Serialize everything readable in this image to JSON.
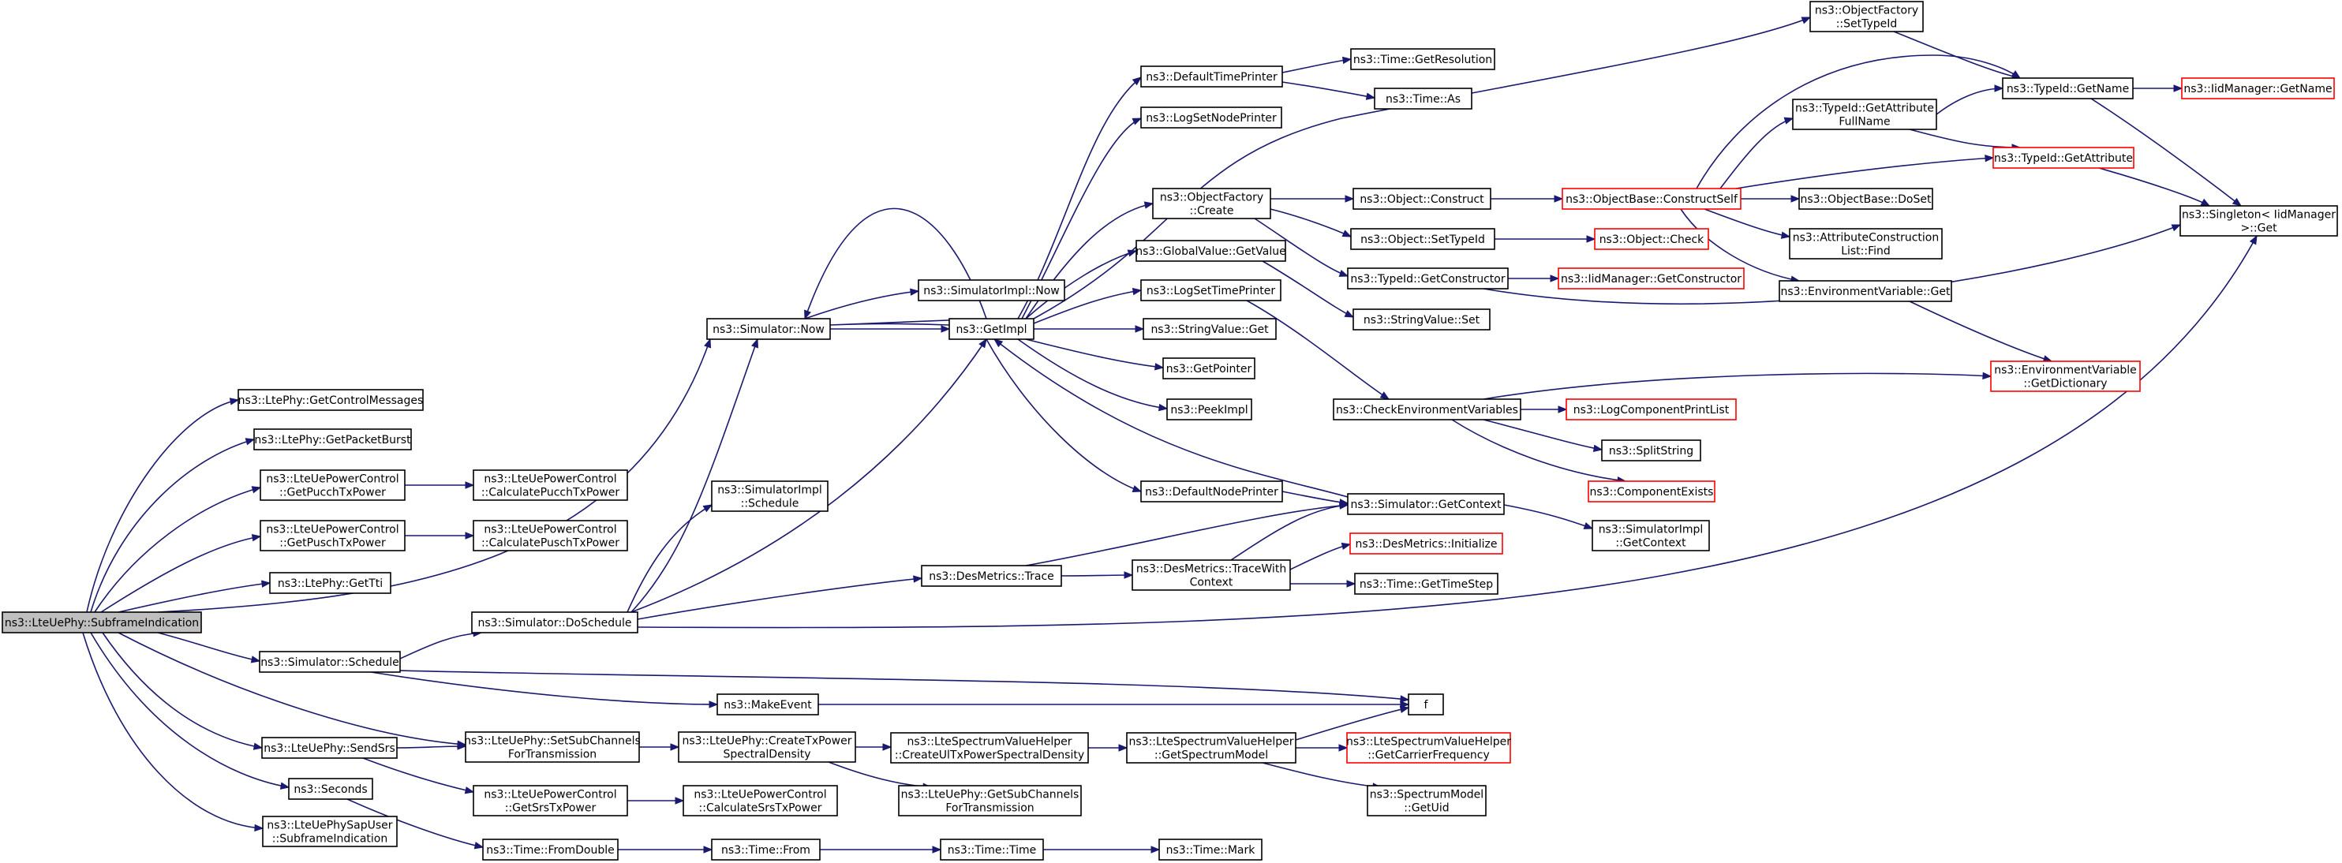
{
  "colors": {
    "edge": "#191970",
    "node_border": "#000000",
    "truncated_border": "#ff0000",
    "root_fill": "#bfbfbf",
    "background": "#ffffff"
  },
  "nodes": [
    {
      "id": "root",
      "lines": [
        "ns3::LteUePhy::SubframeIndication"
      ],
      "style": "root"
    },
    {
      "id": "getctrl",
      "lines": [
        "ns3::LtePhy::GetControlMessages"
      ]
    },
    {
      "id": "getpkt",
      "lines": [
        "ns3::LtePhy::GetPacketBurst"
      ]
    },
    {
      "id": "pucch",
      "lines": [
        "ns3::LteUePowerControl",
        "::GetPucchTxPower"
      ]
    },
    {
      "id": "calcpucch",
      "lines": [
        "ns3::LteUePowerControl",
        "::CalculatePucchTxPower"
      ]
    },
    {
      "id": "pusch",
      "lines": [
        "ns3::LteUePowerControl",
        "::GetPuschTxPower"
      ]
    },
    {
      "id": "calcpusch",
      "lines": [
        "ns3::LteUePowerControl",
        "::CalculatePuschTxPower"
      ]
    },
    {
      "id": "gettti",
      "lines": [
        "ns3::LtePhy::GetTti"
      ]
    },
    {
      "id": "schedule",
      "lines": [
        "ns3::Simulator::Schedule"
      ]
    },
    {
      "id": "sendsrs",
      "lines": [
        "ns3::LteUePhy::SendSrs"
      ]
    },
    {
      "id": "seconds",
      "lines": [
        "ns3::Seconds"
      ]
    },
    {
      "id": "sapuser",
      "lines": [
        "ns3::LteUePhySapUser",
        "::SubframeIndication"
      ]
    },
    {
      "id": "simnow",
      "lines": [
        "ns3::Simulator::Now"
      ]
    },
    {
      "id": "implnow",
      "lines": [
        "ns3::SimulatorImpl::Now"
      ]
    },
    {
      "id": "getimpl",
      "lines": [
        "ns3::GetImpl"
      ]
    },
    {
      "id": "implsched",
      "lines": [
        "ns3::SimulatorImpl",
        "::Schedule"
      ]
    },
    {
      "id": "dosched",
      "lines": [
        "ns3::Simulator::DoSchedule"
      ]
    },
    {
      "id": "dmtrace",
      "lines": [
        "ns3::DesMetrics::Trace"
      ]
    },
    {
      "id": "makeevent",
      "lines": [
        "ns3::MakeEvent"
      ]
    },
    {
      "id": "setsub",
      "lines": [
        "ns3::LteUePhy::SetSubChannels",
        "ForTransmission"
      ]
    },
    {
      "id": "srstx",
      "lines": [
        "ns3::LteUePowerControl",
        "::GetSrsTxPower"
      ]
    },
    {
      "id": "fromdouble",
      "lines": [
        "ns3::Time::FromDouble"
      ]
    },
    {
      "id": "createtx",
      "lines": [
        "ns3::LteUePhy::CreateTxPower",
        "SpectralDensity"
      ]
    },
    {
      "id": "calcsrs",
      "lines": [
        "ns3::LteUePowerControl",
        "::CalculateSrsTxPower"
      ]
    },
    {
      "id": "timefrom",
      "lines": [
        "ns3::Time::From"
      ]
    },
    {
      "id": "deftime",
      "lines": [
        "ns3::DefaultTimePrinter"
      ]
    },
    {
      "id": "logsetnode",
      "lines": [
        "ns3::LogSetNodePrinter"
      ]
    },
    {
      "id": "objfactcreate",
      "lines": [
        "ns3::ObjectFactory",
        "::Create"
      ]
    },
    {
      "id": "globalget",
      "lines": [
        "ns3::GlobalValue::GetValue"
      ]
    },
    {
      "id": "logsettime",
      "lines": [
        "ns3::LogSetTimePrinter"
      ]
    },
    {
      "id": "stringget",
      "lines": [
        "ns3::StringValue::Get"
      ]
    },
    {
      "id": "getpointer",
      "lines": [
        "ns3::GetPointer"
      ]
    },
    {
      "id": "peekimpl",
      "lines": [
        "ns3::PeekImpl"
      ]
    },
    {
      "id": "defnode",
      "lines": [
        "ns3::DefaultNodePrinter"
      ]
    },
    {
      "id": "tracewith",
      "lines": [
        "ns3::DesMetrics::TraceWith",
        "Context"
      ]
    },
    {
      "id": "createul",
      "lines": [
        "ns3::LteSpectrumValueHelper",
        "::CreateUlTxPowerSpectralDensity"
      ]
    },
    {
      "id": "getsubtx",
      "lines": [
        "ns3::LteUePhy::GetSubChannels",
        "ForTransmission"
      ]
    },
    {
      "id": "timetime",
      "lines": [
        "ns3::Time::Time"
      ]
    },
    {
      "id": "getres",
      "lines": [
        "ns3::Time::GetResolution"
      ]
    },
    {
      "id": "timeas",
      "lines": [
        "ns3::Time::As"
      ]
    },
    {
      "id": "objconstruct",
      "lines": [
        "ns3::Object::Construct"
      ]
    },
    {
      "id": "objsettype",
      "lines": [
        "ns3::Object::SetTypeId"
      ]
    },
    {
      "id": "getctor",
      "lines": [
        "ns3::TypeId::GetConstructor"
      ]
    },
    {
      "id": "stringset",
      "lines": [
        "ns3::StringValue::Set"
      ]
    },
    {
      "id": "checkenv",
      "lines": [
        "ns3::CheckEnvironmentVariables"
      ]
    },
    {
      "id": "getcontext",
      "lines": [
        "ns3::Simulator::GetContext"
      ]
    },
    {
      "id": "dminit",
      "lines": [
        "ns3::DesMetrics::Initialize"
      ],
      "style": "red"
    },
    {
      "id": "gettimestep",
      "lines": [
        "ns3::Time::GetTimeStep"
      ]
    },
    {
      "id": "getspecmodel",
      "lines": [
        "ns3::LteSpectrumValueHelper",
        "::GetSpectrumModel"
      ]
    },
    {
      "id": "timemark",
      "lines": [
        "ns3::Time::Mark"
      ]
    },
    {
      "id": "f",
      "lines": [
        "f"
      ]
    },
    {
      "id": "carrierfreq",
      "lines": [
        "ns3::LteSpectrumValueHelper",
        "::GetCarrierFrequency"
      ],
      "style": "red"
    },
    {
      "id": "specuid",
      "lines": [
        "ns3::SpectrumModel",
        "::GetUid"
      ]
    },
    {
      "id": "objfactset",
      "lines": [
        "ns3::ObjectFactory",
        "::SetTypeId"
      ]
    },
    {
      "id": "constructself",
      "lines": [
        "ns3::ObjectBase::ConstructSelf"
      ],
      "style": "red"
    },
    {
      "id": "objcheck",
      "lines": [
        "ns3::Object::Check"
      ],
      "style": "red"
    },
    {
      "id": "iidgetctor",
      "lines": [
        "ns3::IidManager::GetConstructor"
      ],
      "style": "red"
    },
    {
      "id": "logcomplist",
      "lines": [
        "ns3::LogComponentPrintList"
      ],
      "style": "red"
    },
    {
      "id": "splitstring",
      "lines": [
        "ns3::SplitString"
      ]
    },
    {
      "id": "compexists",
      "lines": [
        "ns3::ComponentExists"
      ],
      "style": "red"
    },
    {
      "id": "implgetctx",
      "lines": [
        "ns3::SimulatorImpl",
        "::GetContext"
      ]
    },
    {
      "id": "typegetname",
      "lines": [
        "ns3::TypeId::GetName"
      ]
    },
    {
      "id": "attrfullname",
      "lines": [
        "ns3::TypeId::GetAttribute",
        "FullName"
      ]
    },
    {
      "id": "typegetattr",
      "lines": [
        "ns3::TypeId::GetAttribute"
      ],
      "style": "red"
    },
    {
      "id": "doset",
      "lines": [
        "ns3::ObjectBase::DoSet"
      ]
    },
    {
      "id": "attrfind",
      "lines": [
        "ns3::AttributeConstruction",
        "List::Find"
      ]
    },
    {
      "id": "envget",
      "lines": [
        "ns3::EnvironmentVariable::Get"
      ]
    },
    {
      "id": "envdict",
      "lines": [
        "ns3::EnvironmentVariable",
        "::GetDictionary"
      ],
      "style": "red"
    },
    {
      "id": "iidgetname",
      "lines": [
        "ns3::IidManager::GetName"
      ],
      "style": "red"
    },
    {
      "id": "singleton",
      "lines": [
        "ns3::Singleton< IidManager",
        ">::Get"
      ]
    }
  ],
  "edges": [
    [
      "root",
      "getctrl"
    ],
    [
      "root",
      "getpkt"
    ],
    [
      "root",
      "pucch"
    ],
    [
      "root",
      "pusch"
    ],
    [
      "root",
      "gettti"
    ],
    [
      "root",
      "simnow"
    ],
    [
      "root",
      "schedule"
    ],
    [
      "root",
      "sendsrs"
    ],
    [
      "root",
      "seconds"
    ],
    [
      "root",
      "sapuser"
    ],
    [
      "root",
      "setsub"
    ],
    [
      "pucch",
      "calcpucch"
    ],
    [
      "pusch",
      "calcpusch"
    ],
    [
      "schedule",
      "dosched"
    ],
    [
      "schedule",
      "makeevent"
    ],
    [
      "schedule",
      "f"
    ],
    [
      "sendsrs",
      "setsub"
    ],
    [
      "sendsrs",
      "srstx"
    ],
    [
      "seconds",
      "fromdouble"
    ],
    [
      "simnow",
      "implnow"
    ],
    [
      "simnow",
      "getimpl"
    ],
    [
      "dosched",
      "simnow"
    ],
    [
      "dosched",
      "getimpl"
    ],
    [
      "dosched",
      "implsched"
    ],
    [
      "dosched",
      "dmtrace"
    ],
    [
      "dosched",
      "singleton"
    ],
    [
      "dmtrace",
      "getcontext"
    ],
    [
      "dmtrace",
      "tracewith"
    ],
    [
      "makeevent",
      "f"
    ],
    [
      "setsub",
      "createtx"
    ],
    [
      "srstx",
      "calcsrs"
    ],
    [
      "fromdouble",
      "timefrom"
    ],
    [
      "timefrom",
      "timetime"
    ],
    [
      "timetime",
      "timemark"
    ],
    [
      "createtx",
      "createul"
    ],
    [
      "createtx",
      "getsubtx"
    ],
    [
      "createul",
      "getspecmodel"
    ],
    [
      "getspecmodel",
      "f"
    ],
    [
      "getspecmodel",
      "carrierfreq"
    ],
    [
      "getspecmodel",
      "specuid"
    ],
    [
      "tracewith",
      "getcontext"
    ],
    [
      "tracewith",
      "dminit"
    ],
    [
      "tracewith",
      "gettimestep"
    ],
    [
      "getimpl",
      "simnow"
    ],
    [
      "getimpl",
      "deftime"
    ],
    [
      "getimpl",
      "logsetnode"
    ],
    [
      "getimpl",
      "objfactcreate"
    ],
    [
      "getimpl",
      "globalget"
    ],
    [
      "getimpl",
      "logsettime"
    ],
    [
      "getimpl",
      "stringget"
    ],
    [
      "getimpl",
      "getpointer"
    ],
    [
      "getimpl",
      "peekimpl"
    ],
    [
      "getimpl",
      "defnode"
    ],
    [
      "getimpl",
      "objfactset"
    ],
    [
      "defnode",
      "getcontext"
    ],
    [
      "getcontext",
      "getimpl"
    ],
    [
      "getcontext",
      "implgetctx"
    ],
    [
      "deftime",
      "getres"
    ],
    [
      "deftime",
      "timeas"
    ],
    [
      "objfactcreate",
      "objconstruct"
    ],
    [
      "objfactcreate",
      "objsettype"
    ],
    [
      "objfactcreate",
      "getctor"
    ],
    [
      "globalget",
      "stringset"
    ],
    [
      "logsettime",
      "checkenv"
    ],
    [
      "objconstruct",
      "constructself"
    ],
    [
      "objsettype",
      "objcheck"
    ],
    [
      "getctor",
      "iidgetctor"
    ],
    [
      "getctor",
      "singleton"
    ],
    [
      "checkenv",
      "envdict"
    ],
    [
      "checkenv",
      "logcomplist"
    ],
    [
      "checkenv",
      "splitstring"
    ],
    [
      "checkenv",
      "compexists"
    ],
    [
      "objfactset",
      "typegetname"
    ],
    [
      "constructself",
      "typegetname"
    ],
    [
      "constructself",
      "attrfullname"
    ],
    [
      "constructself",
      "typegetattr"
    ],
    [
      "constructself",
      "doset"
    ],
    [
      "constructself",
      "attrfind"
    ],
    [
      "constructself",
      "envget"
    ],
    [
      "attrfullname",
      "typegetname"
    ],
    [
      "attrfullname",
      "typegetattr"
    ],
    [
      "envget",
      "envdict"
    ],
    [
      "typegetname",
      "iidgetname"
    ],
    [
      "typegetname",
      "singleton"
    ],
    [
      "typegetattr",
      "singleton"
    ]
  ]
}
